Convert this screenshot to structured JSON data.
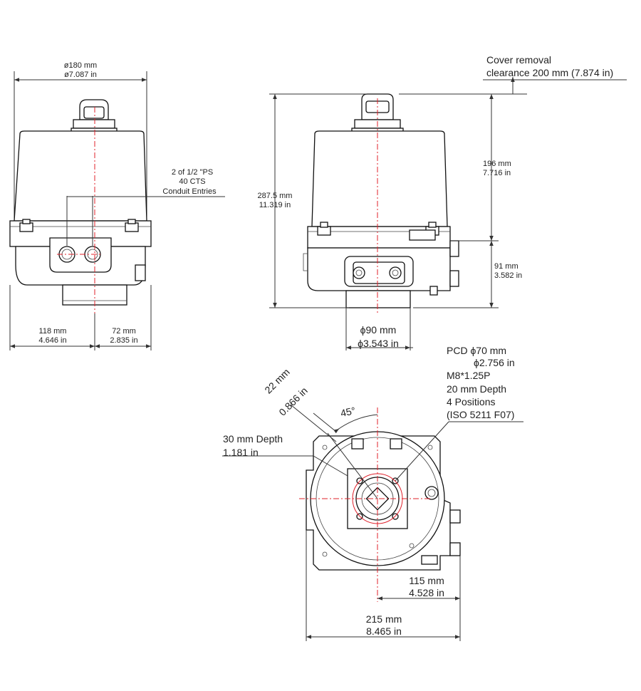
{
  "front_view": {
    "width_mm": "ø180 mm",
    "width_in": "ø7.087 in",
    "conduit_line1": "2 of 1/2 \"PS",
    "conduit_line2": "40 CTS",
    "conduit_line3": "Conduit Entries",
    "left_mm": "118 mm",
    "left_in": "4.646 in",
    "right_mm": "72 mm",
    "right_in": "2.835 in"
  },
  "side_view": {
    "cover_line1": "Cover removal",
    "cover_line2": "clearance 200 mm (7.874 in)",
    "height_mm": "287.5 mm",
    "height_in": "11.319 in",
    "upper_mm": "196 mm",
    "upper_in": "7.716 in",
    "lower_mm": "91 mm",
    "lower_in": "3.582 in",
    "base_mm": "ϕ90 mm",
    "base_in": "ϕ3.543 in"
  },
  "bottom_view": {
    "pcd_line1": "PCD ϕ70 mm",
    "pcd_line2": "ϕ2.756 in",
    "pcd_line3": "M8*1.25P",
    "pcd_line4": "20 mm Depth",
    "pcd_line5": "4 Positions",
    "pcd_line6": "(ISO 5211 F07)",
    "square_mm": "22 mm",
    "square_in": "0.866 in",
    "angle": "45°",
    "depth_mm": "30 mm Depth",
    "depth_in": "1.181 in",
    "offset_mm": "115 mm",
    "offset_in": "4.528 in",
    "width_mm": "215 mm",
    "width_in": "8.465 in"
  }
}
